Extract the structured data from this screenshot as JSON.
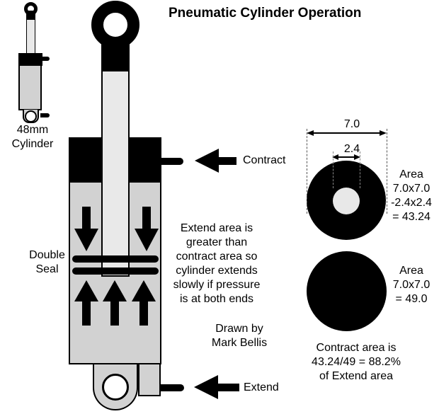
{
  "title": "Pneumatic Cylinder Operation",
  "colors": {
    "ink": "#000000",
    "background": "#ffffff",
    "cylinder_body_gray": "#d2d2d2",
    "piston_rod_gray": "#e9e9e9",
    "rod_bore_gray": "#e8e8e8"
  },
  "small_cylinder": {
    "label": {
      "lines": [
        "48mm",
        "Cylinder"
      ]
    }
  },
  "main_cylinder": {
    "seal_label": {
      "lines": [
        "Double",
        "Seal"
      ]
    }
  },
  "ports": {
    "contract": "Contract",
    "extend": "Extend"
  },
  "explanation": {
    "lines": [
      "Extend area is",
      "greater than",
      "contract area so",
      "cylinder extends",
      "slowly if pressure",
      "is at both ends"
    ]
  },
  "credit": {
    "lines": [
      "Drawn by",
      "Mark Bellis"
    ]
  },
  "contract_area": {
    "outer_dimension": "7.0",
    "inner_dimension": "2.4",
    "area_lines": [
      "Area",
      "7.0x7.0",
      "-2.4x2.4",
      "= 43.24"
    ]
  },
  "extend_area": {
    "area_lines": [
      "Area",
      "7.0x7.0",
      "= 49.0"
    ]
  },
  "conclusion": {
    "lines": [
      "Contract area is",
      "43.24/49 = 88.2%",
      "of Extend area"
    ]
  }
}
